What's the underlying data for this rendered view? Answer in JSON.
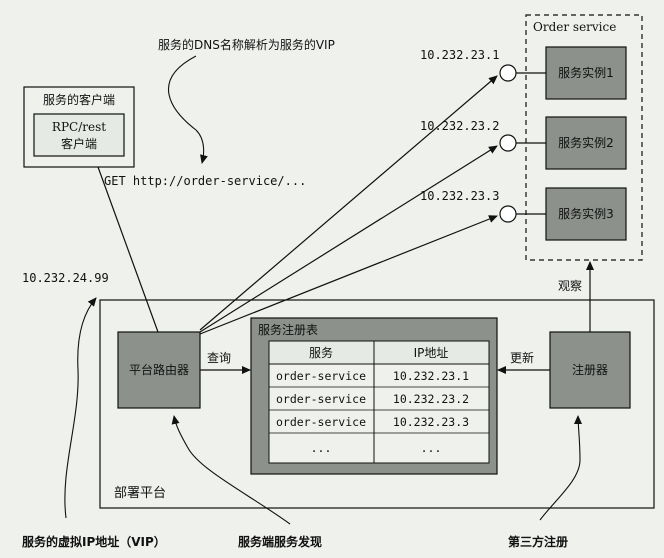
{
  "labels": {
    "dns_note": "服务的DNS名称解析为服务的VIP",
    "get_request": "GET http://order-service/...",
    "vip_address": "10.232.24.99",
    "observe": "观察",
    "query": "查询",
    "update": "更新",
    "deploy_platform": "部署平台",
    "bottom_vip": "服务的虚拟IP地址（VIP）",
    "bottom_discovery": "服务端服务发现",
    "bottom_third_party": "第三方注册"
  },
  "client_box": {
    "title": "服务的客户端",
    "inner_line1": "RPC/rest",
    "inner_line2": "客户端"
  },
  "order_service": {
    "title": "Order service",
    "instances": [
      {
        "label": "服务实例1",
        "ip": "10.232.23.1"
      },
      {
        "label": "服务实例2",
        "ip": "10.232.23.2"
      },
      {
        "label": "服务实例3",
        "ip": "10.232.23.3"
      }
    ]
  },
  "router": {
    "label": "平台路由器"
  },
  "registrar": {
    "label": "注册器"
  },
  "registry": {
    "title": "服务注册表",
    "headers": [
      "服务",
      "IP地址"
    ],
    "rows": [
      [
        "order-service",
        "10.232.23.1"
      ],
      [
        "order-service",
        "10.232.23.2"
      ],
      [
        "order-service",
        "10.232.23.3"
      ],
      [
        "...",
        "..."
      ]
    ]
  }
}
